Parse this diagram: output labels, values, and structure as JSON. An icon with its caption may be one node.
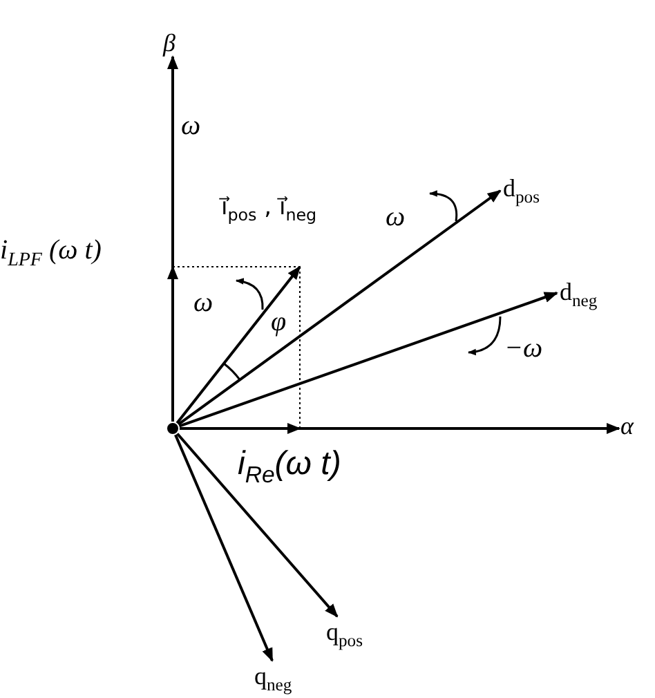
{
  "diagram": {
    "nodes": [
      {
        "text": [],
        "shape": "circle"
      },
      {
        "text": [
          "β"
        ]
      },
      {
        "text": [
          "α"
        ]
      },
      {
        "text": [
          "d$_{pos}$"
        ]
      },
      {
        "text": [
          "d$_{neg}$"
        ]
      },
      {
        "text": [
          "q$_{pos}$"
        ]
      },
      {
        "text": [
          "q$_{neg}$"
        ]
      }
    ],
    "edges": [
      {
        "from": 0,
        "to": 1,
        "arrow": "to"
      },
      {
        "from": 0,
        "to": 2,
        "arrow": "to"
      },
      {
        "from": 0,
        "to": 3,
        "arrow": "to"
      },
      {
        "from": 0,
        "to": 4,
        "arrow": "to"
      },
      {
        "from": 0,
        "to": 5,
        "arrow": "to"
      },
      {
        "from": 0,
        "to": 6,
        "arrow": "to"
      },
      {
        "from": 0,
        "to": null,
        "arrow": "to",
        "label": "i⃗$_{pos}$ , i⃗$_{neg}$"
      },
      {
        "from": 0,
        "to": null,
        "arrow": "to",
        "label": "i$_{LPF}$ (ω t)"
      },
      {
        "from": 0,
        "to": null,
        "arrow": "to",
        "label": "i$_{Re}$(ω t)"
      }
    ],
    "labels": [
      "ω",
      "ω",
      "ω",
      "φ",
      "−ω"
    ]
  }
}
